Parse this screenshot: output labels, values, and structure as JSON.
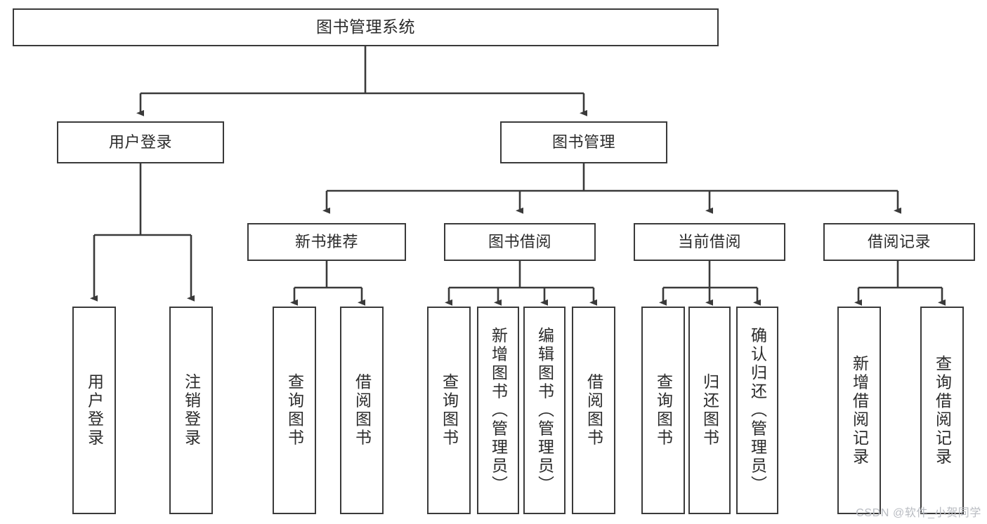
{
  "diagram": {
    "type": "tree",
    "title": "图书管理系统",
    "background": "#ffffff",
    "line_color": "#3a3a3a",
    "box_fill": "#ffffff",
    "text_color": "#2b2b2b",
    "watermark": "CSDN @软件_小贺同学",
    "levels": {
      "root": {
        "label": "图书管理系统"
      },
      "level2": [
        {
          "label": "用户登录"
        },
        {
          "label": "图书管理"
        }
      ],
      "level3": [
        {
          "label": "新书推荐"
        },
        {
          "label": "图书借阅"
        },
        {
          "label": "当前借阅"
        },
        {
          "label": "借阅记录"
        }
      ],
      "leaves": {
        "user_login": [
          {
            "label": "用户登录"
          },
          {
            "label": "注销登录"
          }
        ],
        "new_book": [
          {
            "label": "查询图书"
          },
          {
            "label": "借阅图书"
          }
        ],
        "borrow_book": [
          {
            "label": "查询图书"
          },
          {
            "label": "新增图书（管理员）"
          },
          {
            "label": "编辑图书（管理员）"
          },
          {
            "label": "借阅图书"
          }
        ],
        "current_borrow": [
          {
            "label": "查询图书"
          },
          {
            "label": "归还图书"
          },
          {
            "label": "确认归还（管理员）"
          }
        ],
        "borrow_record": [
          {
            "label": "新增借阅记录"
          },
          {
            "label": "查询借阅记录"
          }
        ]
      }
    }
  }
}
